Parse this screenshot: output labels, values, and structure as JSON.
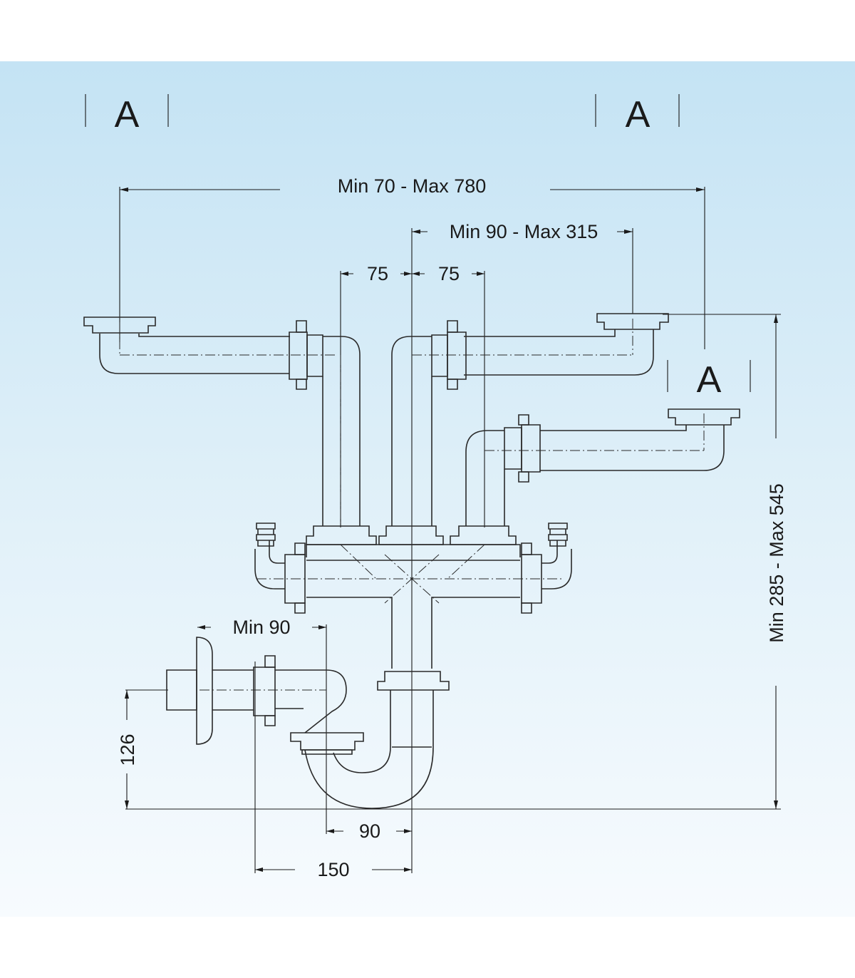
{
  "section_markers": [
    "A",
    "A",
    "A"
  ],
  "dimensions": {
    "top_span": "Min 70 - Max 780",
    "inner_span": "Min 90 - Max 315",
    "offset_left": "75",
    "offset_right": "75",
    "wall_min": "Min 90",
    "height_range": "Min 285 - Max 545",
    "outlet_height": "126",
    "trap_offset": "90",
    "outlet_offset": "150"
  },
  "colors": {
    "background_top": "#c4e3f4",
    "background_bottom": "#f7fbfe",
    "line": "#2a2a2a"
  }
}
